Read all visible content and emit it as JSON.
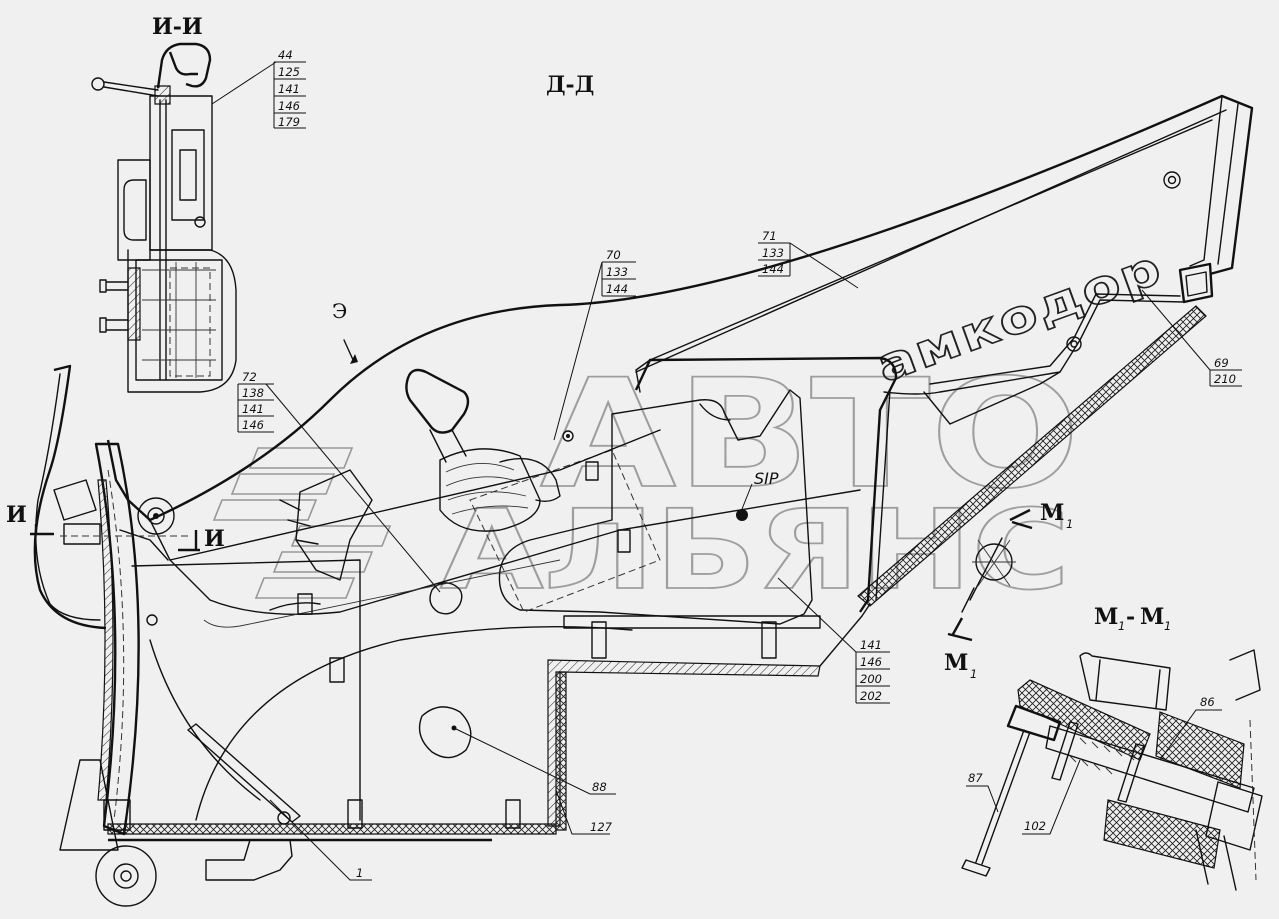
{
  "section_labels": {
    "ii": "И-И",
    "dd": "Д-Д",
    "m1m1_base": "М",
    "m1m1_sub": "1",
    "m1m1_sep": "-",
    "m1m1_base2": "М",
    "m1m1_sub2": "1"
  },
  "view_labels": {
    "e": "Э",
    "i_left": "И",
    "i_right": "И",
    "m_top": "М",
    "m_top_sub": "1",
    "m_bottom": "М",
    "m_bottom_sub": "1"
  },
  "sip_label": "SIP",
  "brand_text": "амкодор",
  "watermark": {
    "line1": "АВТО",
    "line2": "АЛЬЯНС"
  },
  "callouts": {
    "top_left": [
      "44",
      "125",
      "141",
      "146",
      "179"
    ],
    "c72": [
      "72",
      "138",
      "141",
      "146"
    ],
    "c70": [
      "70",
      "133",
      "144"
    ],
    "c71": [
      "71",
      "133",
      "144"
    ],
    "c69": [
      "69",
      "210"
    ],
    "c141": [
      "141",
      "146",
      "200",
      "202"
    ],
    "c88": "88",
    "c127": "127",
    "c1": "1",
    "c86": "86",
    "c87": "87",
    "c102": "102"
  }
}
